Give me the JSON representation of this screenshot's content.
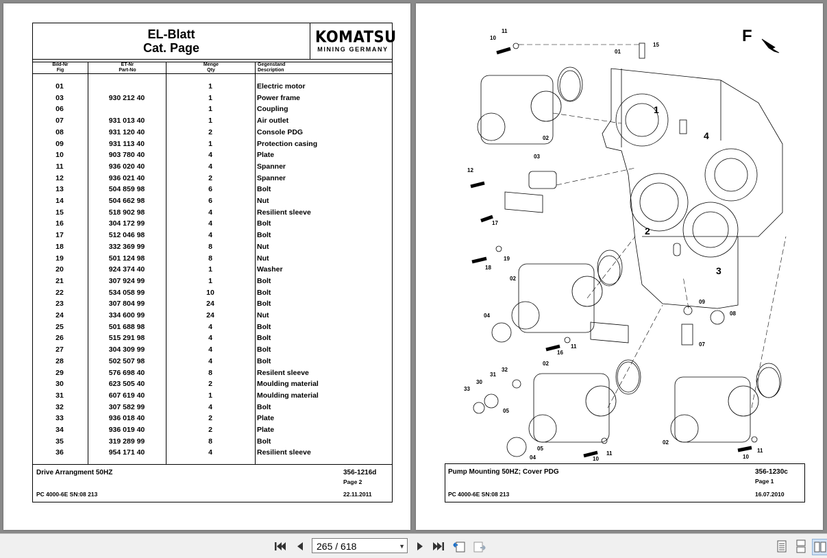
{
  "left_page": {
    "title_line1": "EL-Blatt",
    "title_line2": "Cat. Page",
    "logo_main": "KOMATSU",
    "logo_sub": "MINING GERMANY",
    "columns": [
      {
        "line1": "Bild-Nr",
        "line2": "Fig"
      },
      {
        "line1": "ET-Nr",
        "line2": "Part-No"
      },
      {
        "line1": "Menge",
        "line2": "Qty"
      },
      {
        "line1": "Gegenstand",
        "line2": "Description"
      }
    ],
    "rows": [
      {
        "fig": "01",
        "part": "",
        "qty": "1",
        "desc": "Electric motor"
      },
      {
        "fig": "03",
        "part": "930 212 40",
        "qty": "1",
        "desc": "Power frame"
      },
      {
        "fig": "06",
        "part": "",
        "qty": "1",
        "desc": "Coupling"
      },
      {
        "fig": "07",
        "part": "931 013 40",
        "qty": "1",
        "desc": "Air outlet"
      },
      {
        "fig": "08",
        "part": "931 120 40",
        "qty": "2",
        "desc": "Console PDG"
      },
      {
        "fig": "09",
        "part": "931 113 40",
        "qty": "1",
        "desc": "Protection casing"
      },
      {
        "fig": "10",
        "part": "903 780 40",
        "qty": "4",
        "desc": "Plate"
      },
      {
        "fig": "11",
        "part": "936 020 40",
        "qty": "4",
        "desc": "Spanner"
      },
      {
        "fig": "12",
        "part": "936 021 40",
        "qty": "2",
        "desc": "Spanner"
      },
      {
        "fig": "13",
        "part": "504 859 98",
        "qty": "6",
        "desc": "Bolt"
      },
      {
        "fig": "14",
        "part": "504 662 98",
        "qty": "6",
        "desc": "Nut"
      },
      {
        "fig": "15",
        "part": "518 902 98",
        "qty": "4",
        "desc": "Resilient sleeve"
      },
      {
        "fig": "16",
        "part": "304 172 99",
        "qty": "4",
        "desc": "Bolt"
      },
      {
        "fig": "17",
        "part": "512 046 98",
        "qty": "4",
        "desc": "Bolt"
      },
      {
        "fig": "18",
        "part": "332 369 99",
        "qty": "8",
        "desc": "Nut"
      },
      {
        "fig": "19",
        "part": "501 124 98",
        "qty": "8",
        "desc": "Nut"
      },
      {
        "fig": "20",
        "part": "924 374 40",
        "qty": "1",
        "desc": "Washer"
      },
      {
        "fig": "21",
        "part": "307 924 99",
        "qty": "1",
        "desc": "Bolt"
      },
      {
        "fig": "22",
        "part": "534 058 99",
        "qty": "10",
        "desc": "Bolt"
      },
      {
        "fig": "23",
        "part": "307 804 99",
        "qty": "24",
        "desc": "Bolt"
      },
      {
        "fig": "24",
        "part": "334 600 99",
        "qty": "24",
        "desc": "Nut"
      },
      {
        "fig": "25",
        "part": "501 688 98",
        "qty": "4",
        "desc": "Bolt"
      },
      {
        "fig": "26",
        "part": "515 291 98",
        "qty": "4",
        "desc": "Bolt"
      },
      {
        "fig": "27",
        "part": "304 309 99",
        "qty": "4",
        "desc": "Bolt"
      },
      {
        "fig": "28",
        "part": "502 507 98",
        "qty": "4",
        "desc": "Bolt"
      },
      {
        "fig": "29",
        "part": "576 698 40",
        "qty": "8",
        "desc": "Resilent sleeve"
      },
      {
        "fig": "30",
        "part": "623 505 40",
        "qty": "2",
        "desc": "Moulding material"
      },
      {
        "fig": "31",
        "part": "607 619 40",
        "qty": "1",
        "desc": "Moulding material"
      },
      {
        "fig": "32",
        "part": "307 582 99",
        "qty": "4",
        "desc": "Bolt"
      },
      {
        "fig": "33",
        "part": "936 018 40",
        "qty": "2",
        "desc": "Plate"
      },
      {
        "fig": "34",
        "part": "936 019 40",
        "qty": "2",
        "desc": "Plate"
      },
      {
        "fig": "35",
        "part": "319 289 99",
        "qty": "8",
        "desc": "Bolt"
      },
      {
        "fig": "36",
        "part": "954 171 40",
        "qty": "4",
        "desc": "Resilient sleeve"
      }
    ],
    "footer": {
      "title": "Drive Arrangment 50HZ",
      "doc_no": "356-1216d",
      "page": "Page 2",
      "model": "PC 4000-6E SN:08 213",
      "date": "22.11.2011"
    }
  },
  "right_page": {
    "direction_label": "F",
    "labels": {
      "l01": "01",
      "l02a": "02",
      "l02b": "02",
      "l02c": "02",
      "l02d": "02",
      "l03": "03",
      "l04a": "04",
      "l04b": "04",
      "l05a": "05",
      "l05b": "05",
      "l07": "07",
      "l08": "08",
      "l09": "09",
      "l10a": "10",
      "l10b": "10",
      "l10c": "10",
      "l11a": "11",
      "l11b": "11",
      "l11c": "11",
      "l11d": "11",
      "l12": "12",
      "l15": "15",
      "l16": "16",
      "l17": "17",
      "l18": "18",
      "l19": "19",
      "l30": "30",
      "l31": "31",
      "l32": "32",
      "l33": "33",
      "s1": "1",
      "s2": "2",
      "s3": "3",
      "s4": "4"
    },
    "footer": {
      "title": "Pump Mounting 50HZ; Cover PDG",
      "doc_no": "356-1230c",
      "page": "Page 1",
      "model": "PC 4000-6E SN:08 213",
      "date": "16.07.2010"
    }
  },
  "toolbar": {
    "page_display": "265 / 618"
  }
}
